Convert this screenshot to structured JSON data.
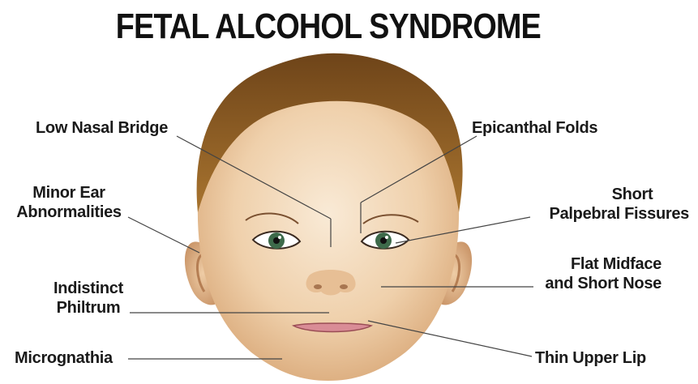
{
  "title": "FETAL ALCOHOL SYNDROME",
  "labels": {
    "low_nasal_bridge": "Low Nasal Bridge",
    "epicanthal_folds": "Epicanthal Folds",
    "minor_ear_line1": "Minor Ear",
    "minor_ear_line2": "Abnormalities",
    "short_palpebral_line1": "Short",
    "short_palpebral_line2": "Palpebral Fissures",
    "flat_midface_line1": "Flat Midface",
    "flat_midface_line2": "and Short Nose",
    "indistinct_philtrum_line1": "Indistinct",
    "indistinct_philtrum_line2": "Philtrum",
    "micrognathia": "Micrognathia",
    "thin_upper_lip": "Thin Upper Lip"
  },
  "colors": {
    "hair": "#8a5a28",
    "skin": "#f0d2ae",
    "line": "#444444",
    "eye": "#3d6a4a"
  }
}
